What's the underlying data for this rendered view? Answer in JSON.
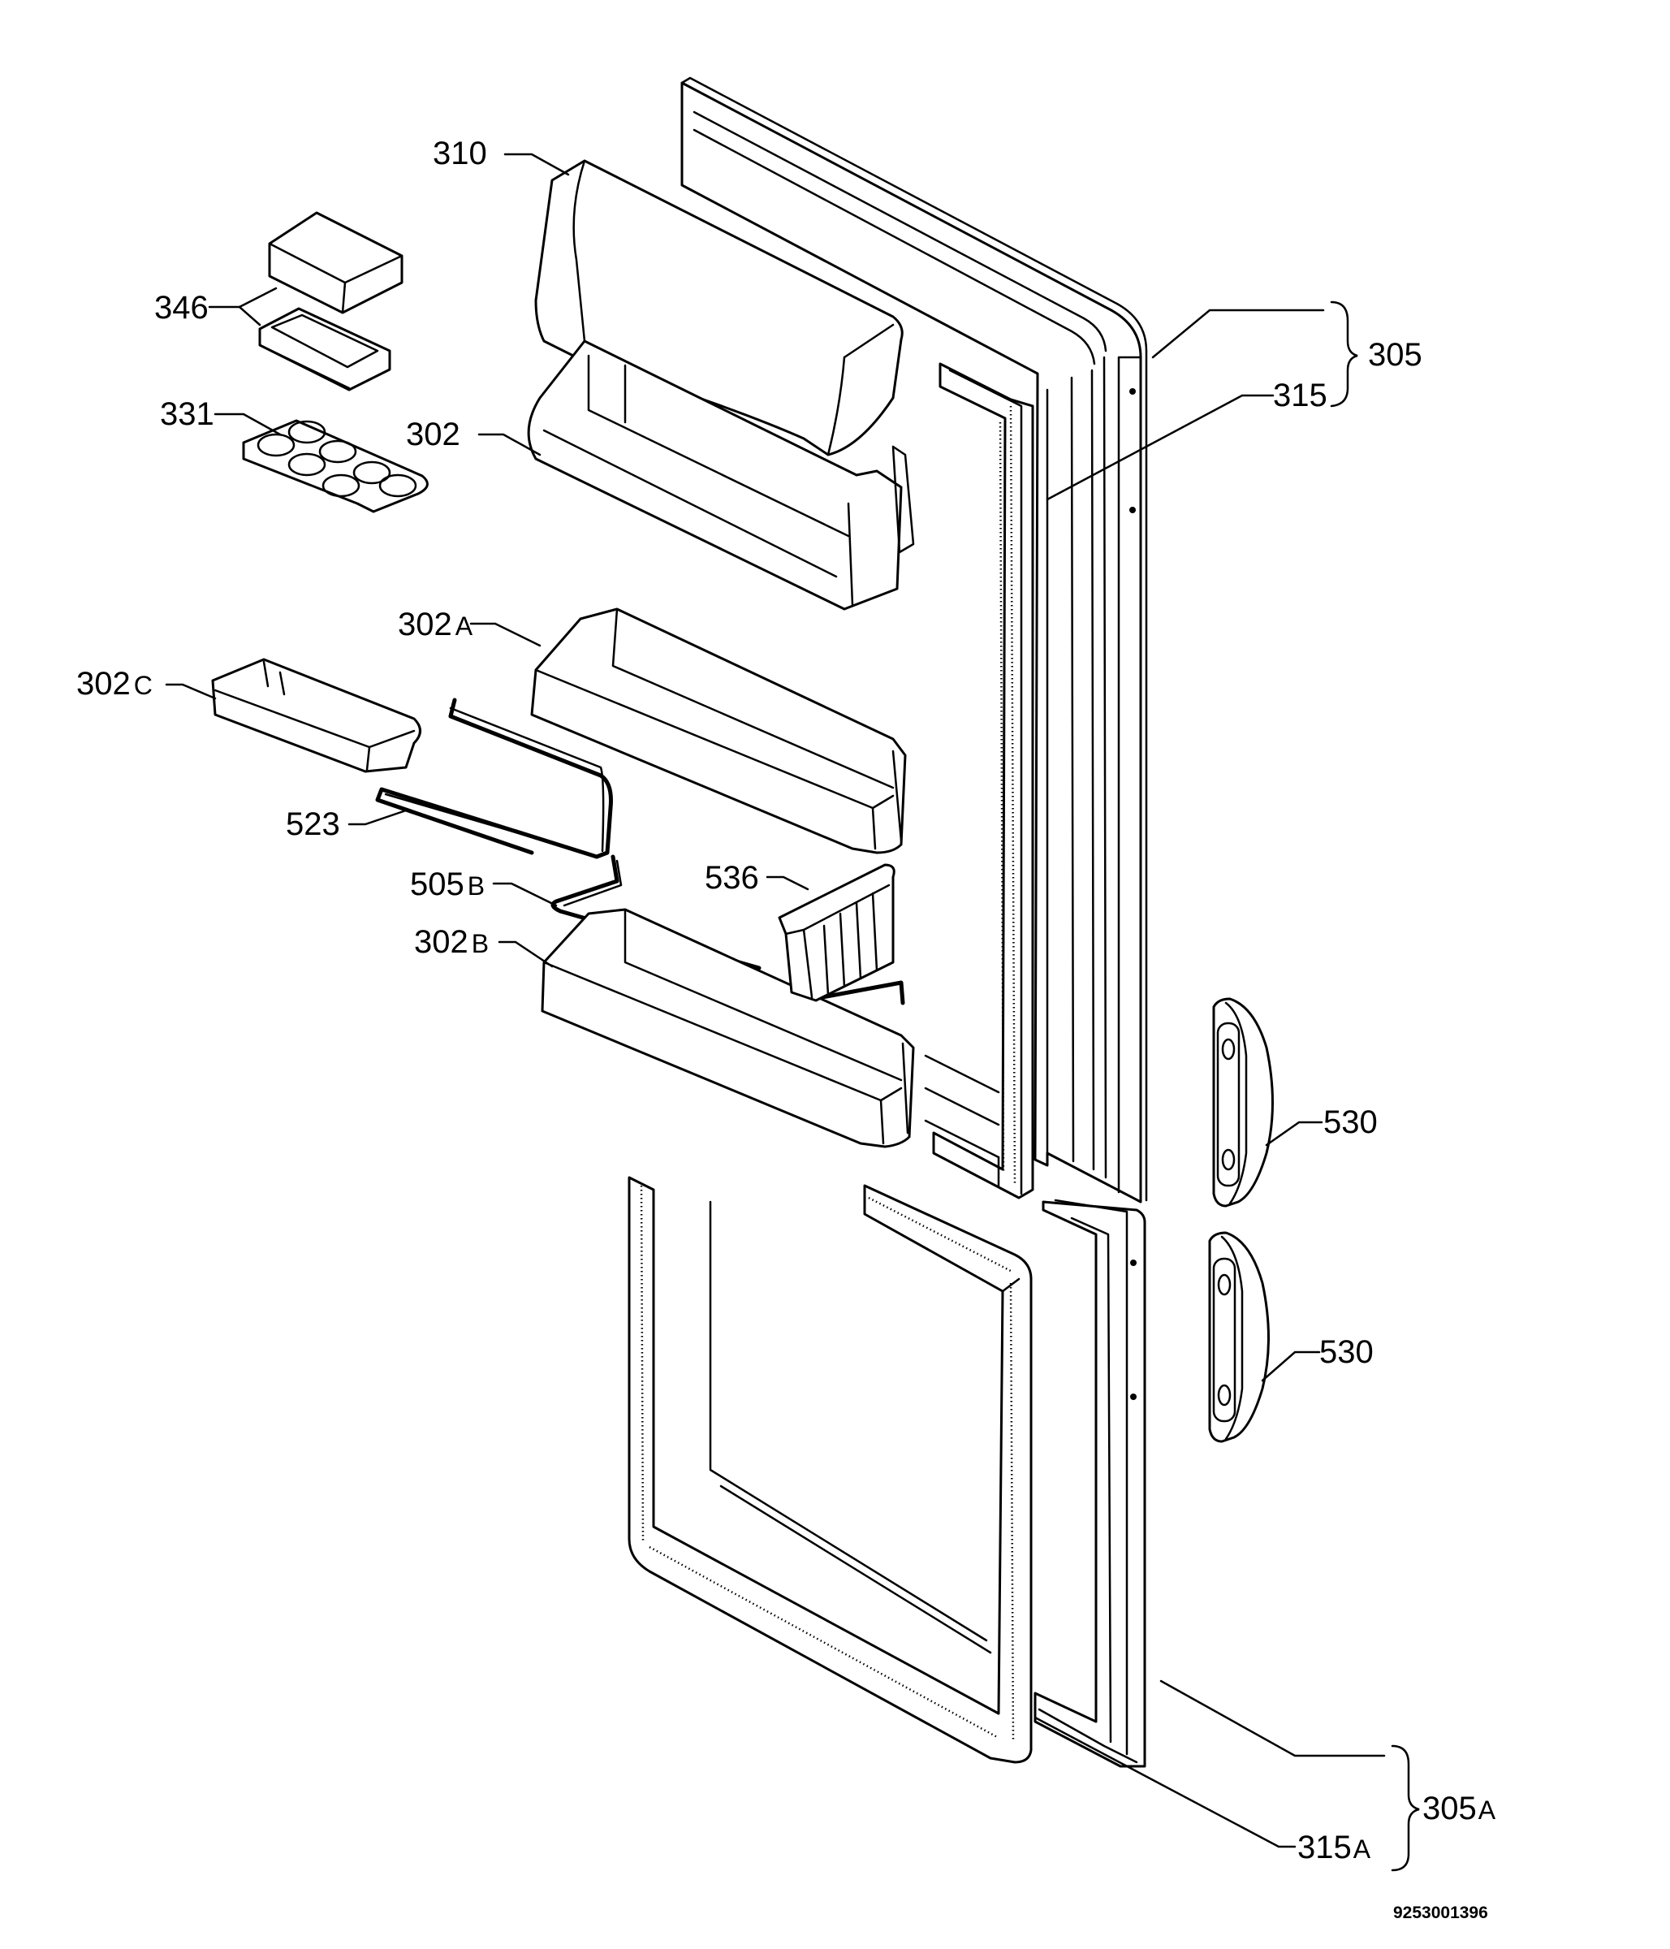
{
  "labels": {
    "l310": {
      "num": "310",
      "suf": ""
    },
    "l346": {
      "num": "346",
      "suf": ""
    },
    "l331": {
      "num": "331",
      "suf": ""
    },
    "l302": {
      "num": "302",
      "suf": ""
    },
    "l302a": {
      "num": "302",
      "suf": "A"
    },
    "l302c": {
      "num": "302",
      "suf": "C"
    },
    "l523": {
      "num": "523",
      "suf": ""
    },
    "l505b": {
      "num": "505",
      "suf": "B"
    },
    "l536": {
      "num": "536",
      "suf": ""
    },
    "l302b": {
      "num": "302",
      "suf": "B"
    },
    "l305": {
      "num": "305",
      "suf": ""
    },
    "l315": {
      "num": "315",
      "suf": ""
    },
    "l530a": {
      "num": "530",
      "suf": ""
    },
    "l530b": {
      "num": "530",
      "suf": ""
    },
    "l305a": {
      "num": "305",
      "suf": "A"
    },
    "l315a": {
      "num": "315",
      "suf": "A"
    }
  },
  "drawing_code": "9253001396"
}
